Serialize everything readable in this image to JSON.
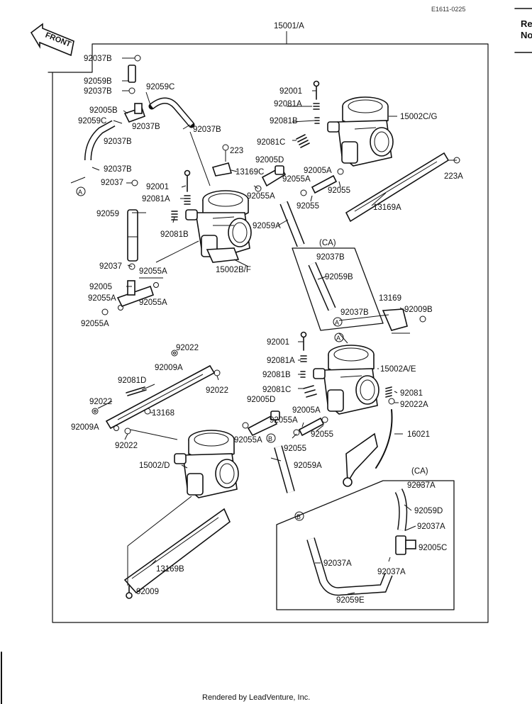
{
  "doc_code": "E1611-0225",
  "front_label": "FRONT",
  "edge_text": [
    "Re",
    "No"
  ],
  "footer": "Rendered by LeadVenture, Inc.",
  "labels": {
    "assembly": "15001/A",
    "l_92037B_a": "92037B",
    "l_92059B": "92059B",
    "l_92037B_b": "92037B",
    "l_92059C_a": "92059C",
    "l_92005B": "92005B",
    "l_92059C_b": "92059C",
    "l_92037B_c": "92037B",
    "l_92037B_d": "92037B",
    "l_92037B_e": "92037B",
    "l_92037B_f": "92037B",
    "l_92037_a": "92037",
    "l_223": "223",
    "l_13169C": "13169C",
    "l_92005D_a": "92005D",
    "l_92001_a": "92001",
    "l_92081A_a": "92081A",
    "l_92081B_a": "92081B",
    "l_92059": "92059",
    "l_92055A_a": "92055A",
    "l_92059A_a": "92059A",
    "l_15002BF": "15002B/F",
    "l_92037_b": "92037",
    "l_92055A_b": "92055A",
    "l_92005": "92005",
    "l_92055A_c": "92055A",
    "l_92055A_d": "92055A",
    "l_92055A_e": "92055A",
    "l_92001_b": "92001",
    "l_92081A_b": "92081A",
    "l_92081B_b": "92081B",
    "l_92081C_a": "92081C",
    "l_15002CG": "15002C/G",
    "l_92005A_a": "92005A",
    "l_92055A_f": "92055A",
    "l_92055_a": "92055",
    "l_92055_b": "92055",
    "l_223A": "223A",
    "l_13169A": "13169A",
    "l_CA_a": "(CA)",
    "l_92037B_g": "92037B",
    "l_92059B_b": "92059B",
    "l_92037B_h": "92037B",
    "l_13169": "13169",
    "l_92009B": "92009B",
    "l_92001_c": "92001",
    "l_92081A_c": "92081A",
    "l_92081B_c": "92081B",
    "l_92081C_b": "92081C",
    "l_15002AE": "15002A/E",
    "l_92081": "92081",
    "l_92022A": "92022A",
    "l_92005D_b": "92005D",
    "l_92005A_b": "92005A",
    "l_92055A_g": "92055A",
    "l_92055_c": "92055",
    "l_92055_d": "92055",
    "l_92055A_h": "92055A",
    "l_16021": "16021",
    "l_92059A_b": "92059A",
    "l_92022_a": "92022",
    "l_92009A_a": "92009A",
    "l_92022_b": "92022",
    "l_92081D": "92081D",
    "l_92022_c": "92022",
    "l_13168": "13168",
    "l_92009A_b": "92009A",
    "l_92022_d": "92022",
    "l_15002D": "15002/D",
    "l_13169B": "13169B",
    "l_92009": "92009",
    "l_CA_b": "(CA)",
    "l_92037A_a": "92037A",
    "l_92059D": "92059D",
    "l_92037A_b": "92037A",
    "l_92005C": "92005C",
    "l_92037A_c": "92037A",
    "l_92037A_d": "92037A",
    "l_92059E": "92059E",
    "ref_A": "A",
    "ref_B": "B"
  }
}
